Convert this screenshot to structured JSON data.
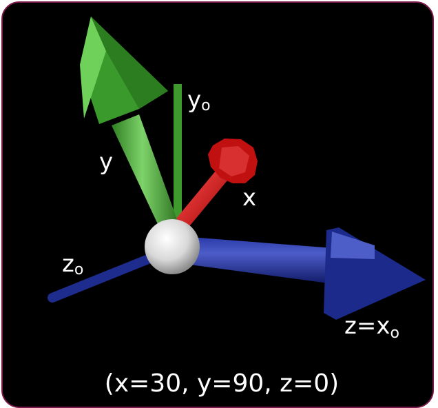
{
  "labels": {
    "y": "y",
    "y0_main": "y",
    "y0_sub": "o",
    "x": "x",
    "z0_main": "z",
    "z0_sub": "o",
    "zx0_main": "z=x",
    "zx0_sub": "o"
  },
  "caption": "(x=30, y=90, z=0)",
  "colors": {
    "background": "#000000",
    "frame": "#7a1a4a",
    "y_axis": "#3c9a2c",
    "x_axis": "#d01010",
    "z_axis": "#1c2a8c",
    "origin": "#e8e8e8"
  }
}
